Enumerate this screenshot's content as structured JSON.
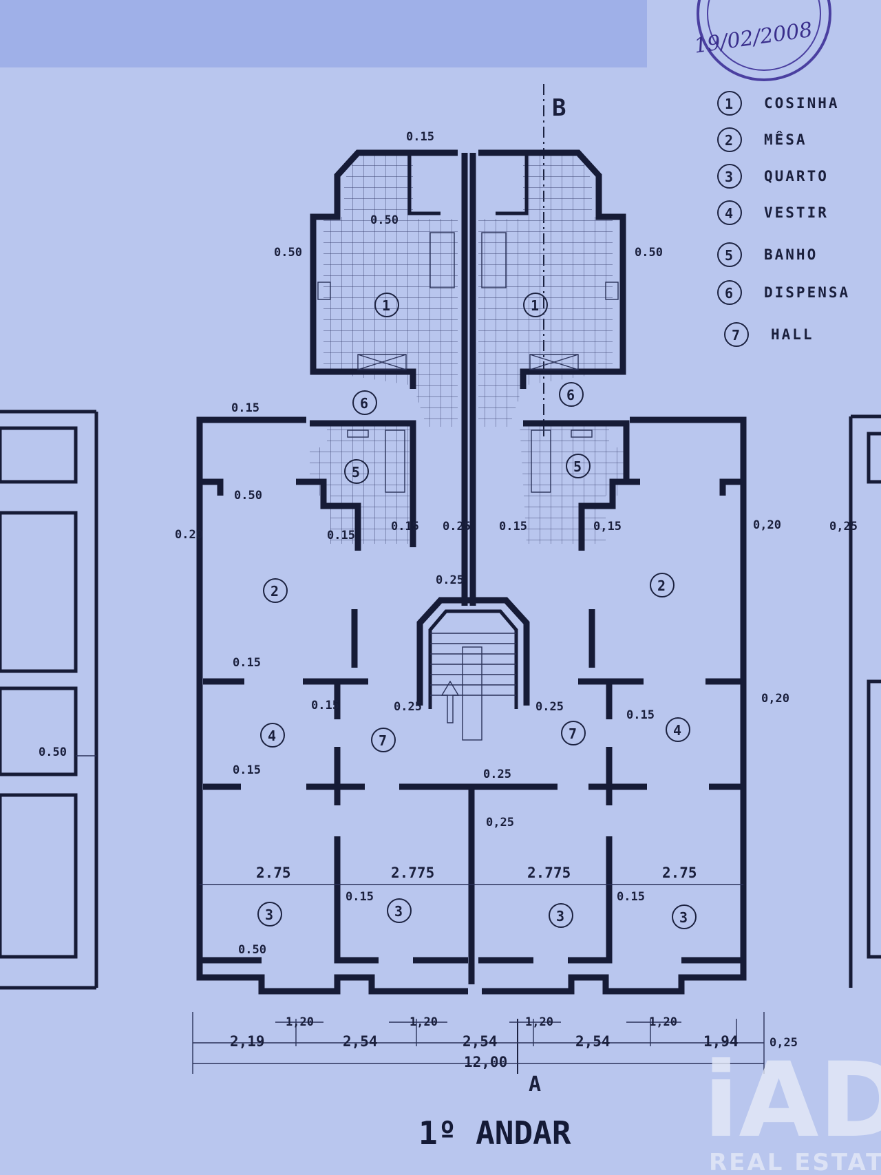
{
  "stamp": {
    "date": "19/02/2008"
  },
  "section_marks": {
    "top": "B",
    "bottom": "A"
  },
  "legend": [
    {
      "num": "1",
      "label": "COSINHA"
    },
    {
      "num": "2",
      "label": "MÊSA"
    },
    {
      "num": "3",
      "label": "QUARTO"
    },
    {
      "num": "4",
      "label": "VESTIR"
    },
    {
      "num": "5",
      "label": "BANHO"
    },
    {
      "num": "6",
      "label": "DISPENSA"
    },
    {
      "num": "7",
      "label": "HALL"
    }
  ],
  "rooms": {
    "kitchen": "1",
    "living": "2",
    "bedroom": "3",
    "dressing": "4",
    "bath": "5",
    "pantry": "6",
    "hall": "7"
  },
  "dimensions": {
    "d015": "0.15",
    "d050": "0.50",
    "d020": "0.20",
    "d025": "0.25",
    "room_275": "2.75",
    "room_2775": "2.775",
    "win_120": "1,20",
    "seg_219": "2,19",
    "seg_254": "2,54",
    "seg_194": "1,94",
    "seg_025": "0,25",
    "total": "12,00",
    "left_020": "0.20",
    "right_020": "0,20",
    "right_025": "0,25",
    "hall_025a": "0,25",
    "right_stair_025": "0.25",
    "left_stair_025": "0.25",
    "sideframe_050": "0.50",
    "bath_015r": "0,15"
  },
  "title": "1º ANDAR",
  "watermark": {
    "logo": "iAD",
    "tagline": "REAL ESTATE"
  }
}
